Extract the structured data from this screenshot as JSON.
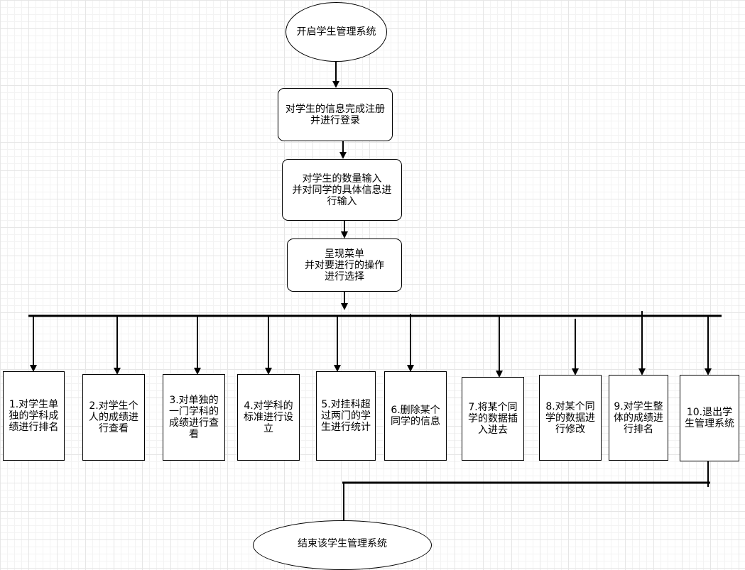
{
  "start": "开启学生管理系统",
  "register": "对学生的信息完成注册\n并进行登录",
  "input": "对学生的数量输入\n并对同学的具体信息进\n行输入",
  "menu": "呈现菜单\n并对要进行的操作\n进行选择",
  "options": [
    "1.对学生单\n独的学科成\n绩进行排名",
    "2.对学生个\n人的成绩进\n行查看",
    "3.对单独的\n一门学科的\n成绩进行查\n看",
    "4.对学科的\n标准进行设\n立",
    "5.对挂科超\n过两门的学\n生进行统计",
    "6.删除某个\n同学的信息",
    "7.将某个同\n学的数据插\n入进去",
    "8.对某个同\n学的数据进\n行修改",
    "9.对学生整\n体的成绩进\n行排名",
    "10.退出学\n生管理系统"
  ],
  "end": "结束该学生管理系统"
}
